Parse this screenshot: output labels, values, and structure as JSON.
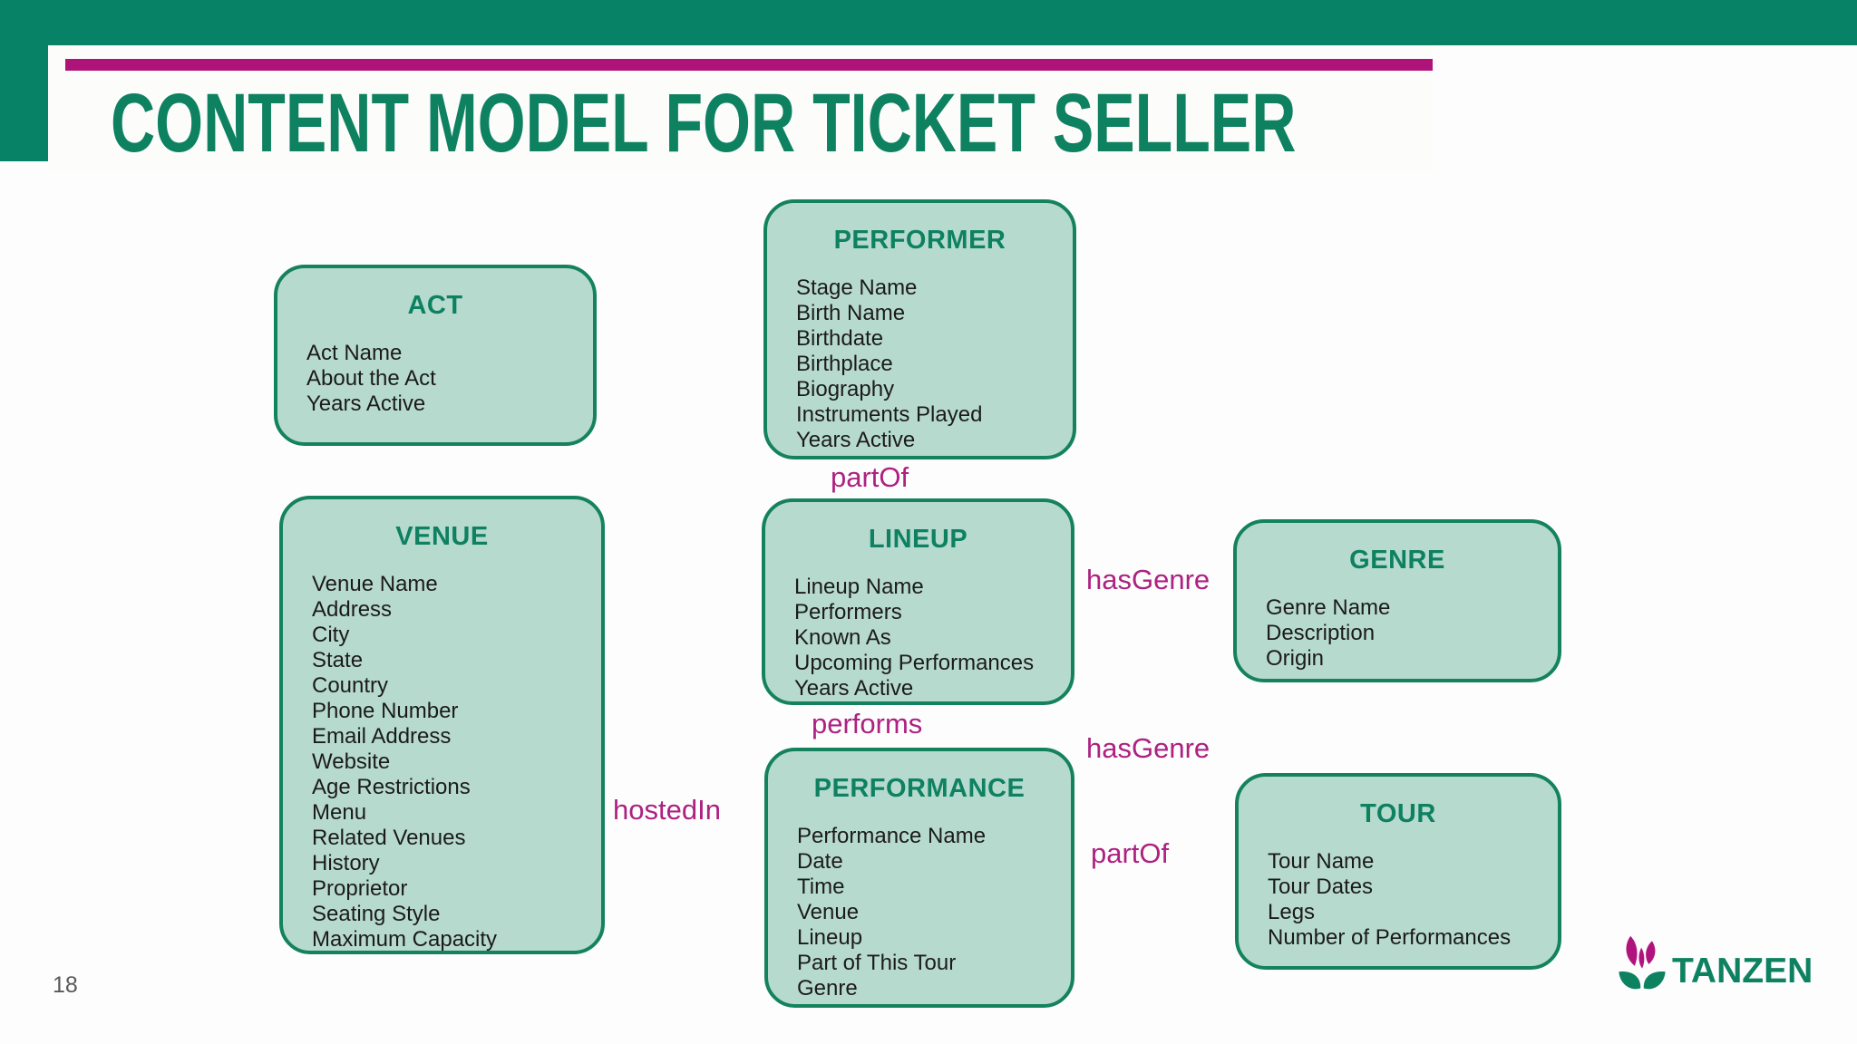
{
  "header": {
    "title": "CONTENT MODEL FOR TICKET SELLER"
  },
  "page_number": "18",
  "colors": {
    "brand-green": "#078266",
    "box-fill": "#b7dacf",
    "box-border": "#15825e",
    "title-green": "#0e8161",
    "magenta": "#ae1379",
    "magenta-label": "#ad2181"
  },
  "entities": [
    {
      "id": "act",
      "title": "ACT",
      "attributes": [
        "Act Name",
        "About the Act",
        "Years Active"
      ]
    },
    {
      "id": "performer",
      "title": "PERFORMER",
      "attributes": [
        "Stage Name",
        "Birth Name",
        "Birthdate",
        "Birthplace",
        "Biography",
        "Instruments Played",
        "Years Active"
      ]
    },
    {
      "id": "venue",
      "title": "VENUE",
      "attributes": [
        "Venue Name",
        "Address",
        "City",
        "State",
        "Country",
        "Phone Number",
        "Email Address",
        "Website",
        "Age Restrictions",
        "Menu",
        "Related Venues",
        "History",
        "Proprietor",
        "Seating Style",
        "Maximum Capacity"
      ]
    },
    {
      "id": "lineup",
      "title": "LINEUP",
      "attributes": [
        "Lineup Name",
        "Performers",
        "Known As",
        "Upcoming Performances",
        "Years Active"
      ]
    },
    {
      "id": "genre",
      "title": "GENRE",
      "attributes": [
        "Genre Name",
        "Description",
        "Origin"
      ]
    },
    {
      "id": "performance",
      "title": "PERFORMANCE",
      "attributes": [
        "Performance Name",
        "Date",
        "Time",
        "Venue",
        "Lineup",
        "Part of This Tour",
        "Genre"
      ]
    },
    {
      "id": "tour",
      "title": "TOUR",
      "attributes": [
        "Tour Name",
        "Tour Dates",
        "Legs",
        "Number of Performances"
      ]
    }
  ],
  "relationships": [
    {
      "id": "partof-lineup",
      "label": "partOf"
    },
    {
      "id": "hasgenre-lineup",
      "label": "hasGenre"
    },
    {
      "id": "performs",
      "label": "performs"
    },
    {
      "id": "hasgenre-performance",
      "label": "hasGenre"
    },
    {
      "id": "hostedin",
      "label": "hostedIn"
    },
    {
      "id": "partof-performance",
      "label": "partOf"
    }
  ],
  "logo": {
    "text": "TANZEN",
    "icon": "tanzen-flower-icon"
  }
}
